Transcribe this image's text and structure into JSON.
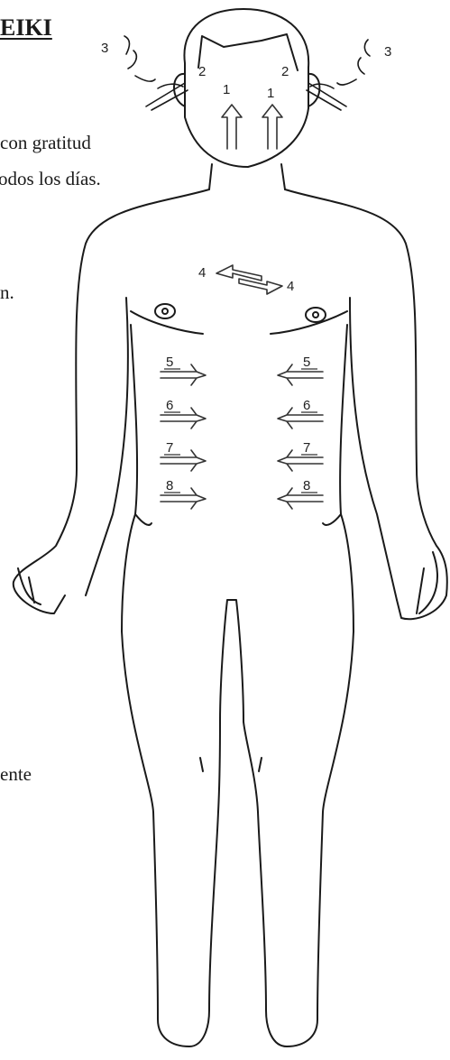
{
  "page": {
    "title": "EIKI",
    "lines": [
      "con gratitud",
      "odos los días.",
      "n.",
      "ente"
    ]
  },
  "figure": {
    "labels": {
      "ear_left": "3",
      "ear_right": "3",
      "temple_left": "2",
      "temple_right": "2",
      "face_left": "1",
      "face_right": "1",
      "chest_left": "4",
      "chest_right": "4",
      "row5_left": "5",
      "row5_right": "5",
      "row6_left": "6",
      "row6_right": "6",
      "row7_left": "7",
      "row7_right": "7",
      "row8_left": "8",
      "row8_right": "8"
    }
  }
}
